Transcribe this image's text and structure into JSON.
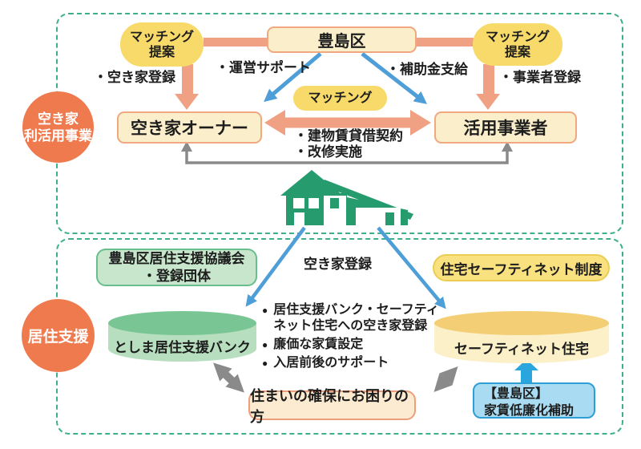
{
  "sections": {
    "vacant_house_program": {
      "label": "空き家\n利活用事業"
    },
    "housing_support": {
      "label": "居住支援"
    }
  },
  "top": {
    "toshima_box": "豊島区",
    "matching_proposal_left": "マッチング\n提案",
    "matching_proposal_right": "マッチング\n提案",
    "vacant_registration_label": "・空き家登録",
    "operation_support_label": "・運営サポート",
    "subsidy_label": "・補助金支給",
    "business_registration_label": "・事業者登録",
    "matching_label": "マッチング",
    "owner_box": "空き家オーナー",
    "business_box": "活用事業者",
    "contract_notes": "・建物賃貸借契約\n・改修実施"
  },
  "bottom": {
    "council_box": "豊島区居住支援協議会\n・登録団体",
    "vacant_registration_label": "空き家登録",
    "safetynet_system_box": "住宅セーフティネット制度",
    "bank_cylinder": "としま居住支援バンク",
    "safetynet_cylinder": "セーフティネット住宅",
    "bullet_symbol": "●",
    "bullets": [
      "居住支援バンク・セーフティ\nネット住宅への空き家登録",
      "廉価な家賃設定",
      "入居前後のサポート"
    ],
    "trouble_box": "住まいの確保にお困りの方",
    "rent_subsidy_box": "【豊島区】\n家賃低廉化補助"
  },
  "colors": {
    "section_border_green": "#3eae8d",
    "circle_orange": "#ee7a4d",
    "blob_yellow": "#f7da69",
    "cream_fill": "#fbeecb",
    "cream_border": "#efa87f",
    "salmon_arrow": "#f0a184",
    "blue_arrow": "#4e9ed8",
    "cyan_arrow": "#2aa6df",
    "gray_arrow": "#8a8a8a",
    "house_green": "#259b6e",
    "green_box_fill": "#c7e6cb",
    "green_box_border": "#69be8d",
    "green_cyl_top": "#79c694",
    "green_cyl_body": "#b7dfbf",
    "yellow_box_fill": "#f9e180",
    "yellow_box_border": "#eacd52",
    "yellow_cyl_top": "#f3ce74",
    "yellow_cyl_body": "#fbf0c7",
    "trouble_fill": "#fcebd1",
    "trouble_border": "#ee9e7b",
    "blue_box_fill": "#a9dcf2",
    "blue_box_border": "#2e9fd4"
  }
}
